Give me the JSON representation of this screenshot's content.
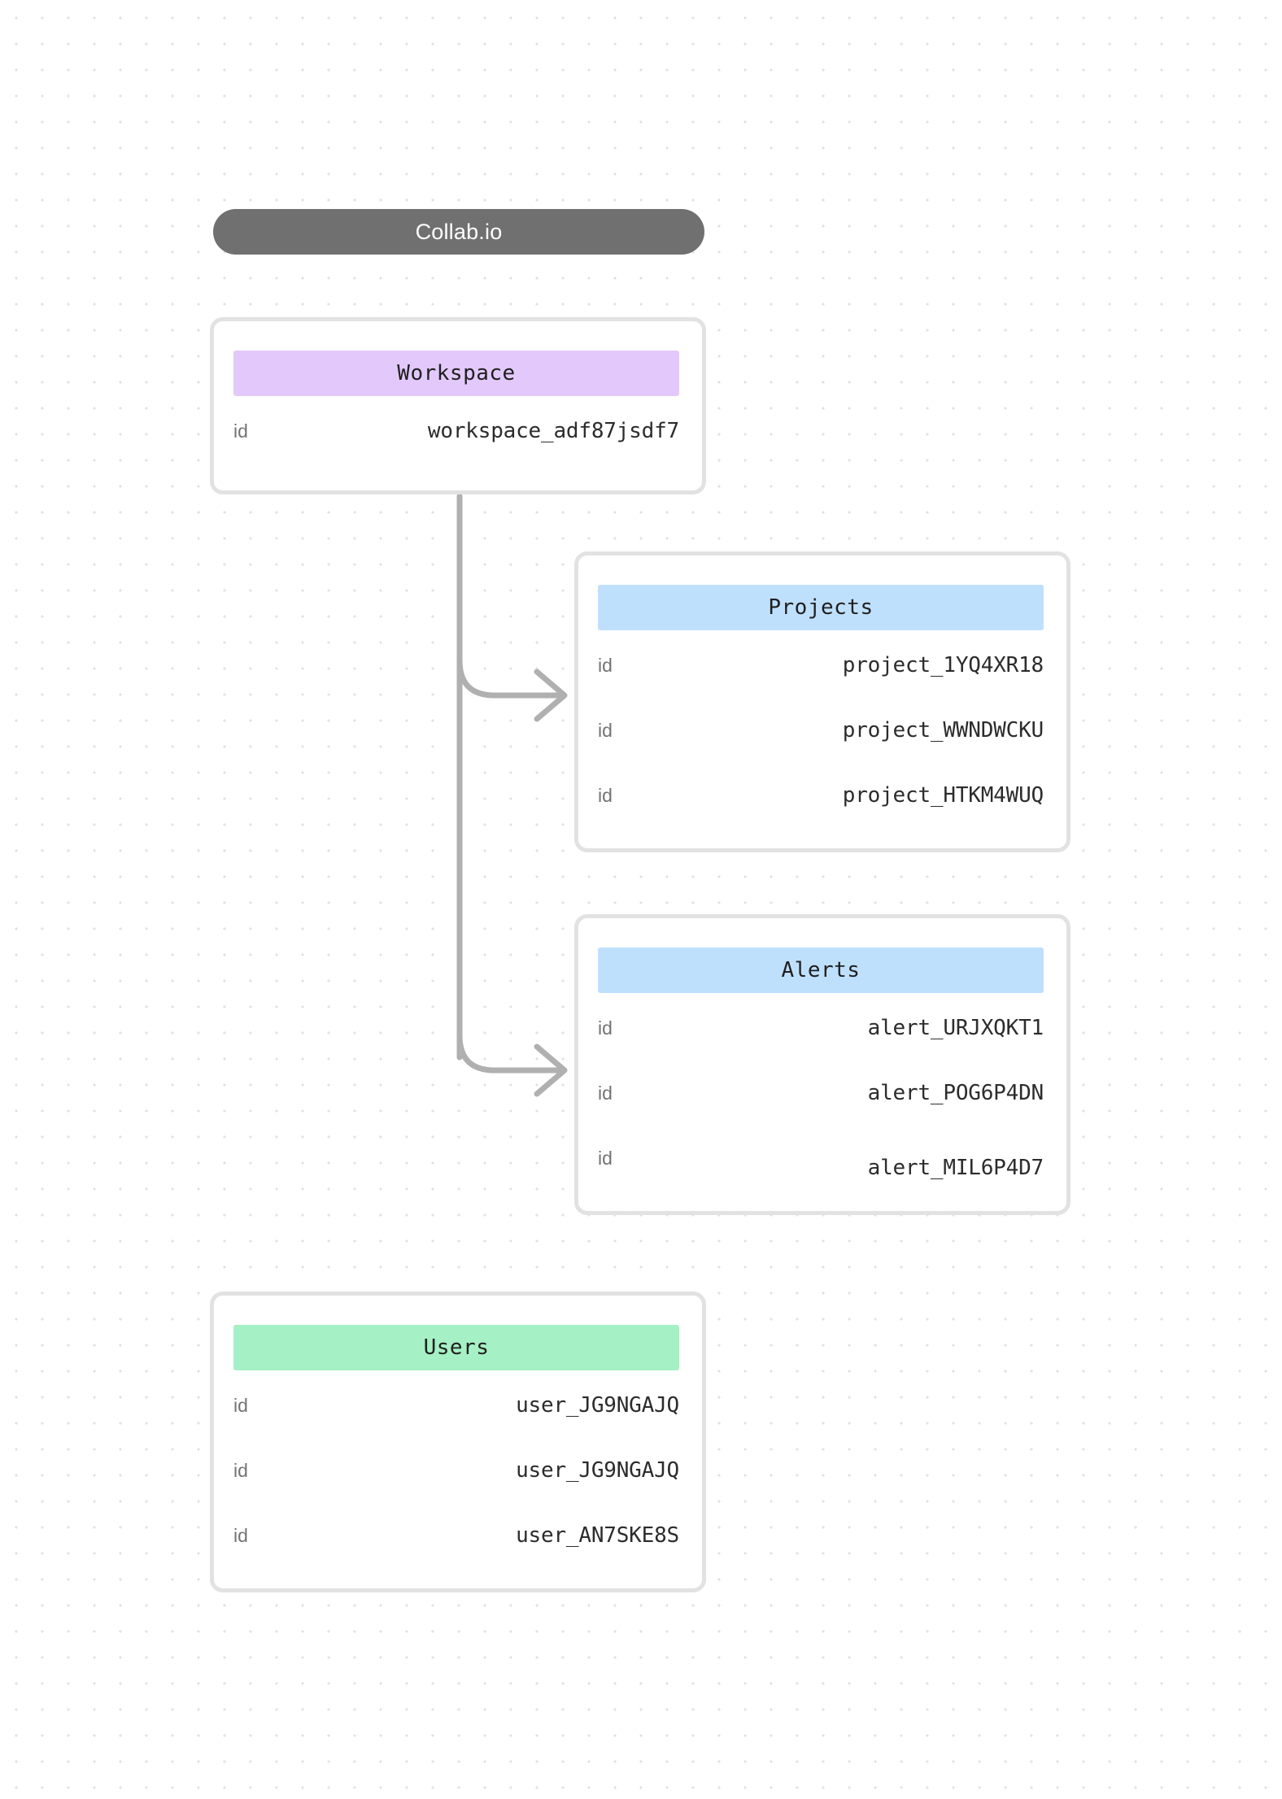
{
  "title": {
    "label": "Collab.io"
  },
  "colors": {
    "background": "#ffffff",
    "grid_dot": "#e2e2e2",
    "title_pill": "#707070",
    "title_text": "#ffffff",
    "card_border": "#e2e2e2",
    "header_workspace": "#e3c9fb",
    "header_projects": "#bfe0fd",
    "header_alerts": "#bfe0fd",
    "header_users": "#a5f0c4",
    "row_key_text": "#737373",
    "row_value_text": "#2c2c2c",
    "connector": "#b0b0b0"
  },
  "entities": [
    {
      "id": "workspace",
      "header": "Workspace",
      "rows": [
        {
          "key": "id",
          "value": "workspace_adf87jsdf7"
        }
      ]
    },
    {
      "id": "projects",
      "header": "Projects",
      "rows": [
        {
          "key": "id",
          "value": "project_1YQ4XR18"
        },
        {
          "key": "id",
          "value": "project_WWNDWCKU"
        },
        {
          "key": "id",
          "value": "project_HTKM4WUQ"
        }
      ]
    },
    {
      "id": "alerts",
      "header": "Alerts",
      "rows": [
        {
          "key": "id",
          "value": "alert_URJXQKT1"
        },
        {
          "key": "id",
          "value": "alert_POG6P4DN"
        },
        {
          "key": "id",
          "value": "alert_MIL6P4D7"
        }
      ]
    },
    {
      "id": "users",
      "header": "Users",
      "rows": [
        {
          "key": "id",
          "value": "user_JG9NGAJQ"
        },
        {
          "key": "id",
          "value": "user_JG9NGAJQ"
        },
        {
          "key": "id",
          "value": "user_AN7SKE8S"
        }
      ]
    }
  ],
  "connections": [
    {
      "from": "workspace",
      "to": "projects"
    },
    {
      "from": "workspace",
      "to": "alerts"
    }
  ]
}
